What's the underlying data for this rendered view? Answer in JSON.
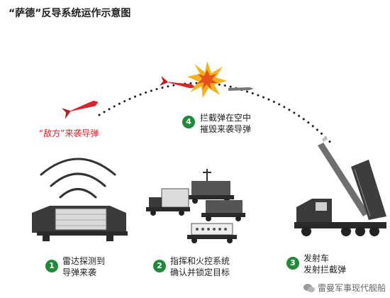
{
  "title": "“萨德”反导系统运作示意图",
  "enemy_label": "“敌方”来袭导弹",
  "steps": [
    {
      "num": "1",
      "lines": [
        "雷达探测到",
        "导弹来袭"
      ]
    },
    {
      "num": "2",
      "lines": [
        "指挥和火控系统",
        "确认并锁定目标"
      ]
    },
    {
      "num": "3",
      "lines": [
        "发射车",
        "发射拦截弹"
      ]
    },
    {
      "num": "4",
      "lines": [
        "拦截弹在空中",
        "摧毁来袭导弹"
      ]
    }
  ],
  "watermark": "雷曼军事现代舰船",
  "colors": {
    "accent": "#1f8a3a",
    "threat": "#d8252b",
    "explosion": "#f6b21a",
    "vehicle": "#3a3a3a"
  },
  "icons": [
    "radar-wave-icon",
    "radar-vehicle-icon",
    "command-trucks-icon",
    "launcher-truck-icon",
    "enemy-missile-icon",
    "interceptor-missile-icon",
    "explosion-icon",
    "wechat-logo-icon"
  ]
}
